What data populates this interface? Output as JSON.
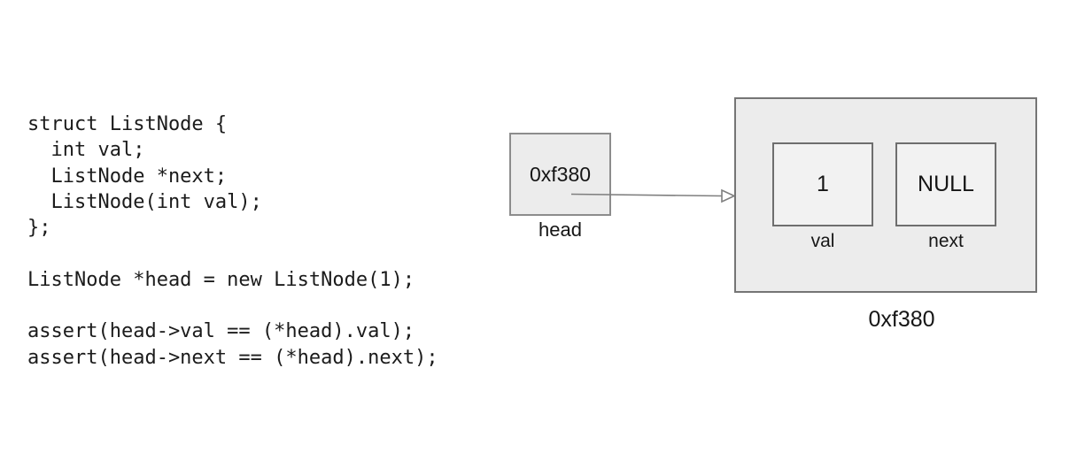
{
  "code": {
    "text": "struct ListNode {\n  int val;\n  ListNode *next;\n  ListNode(int val);\n};\n\nListNode *head = new ListNode(1);\n\nassert(head->val == (*head).val);\nassert(head->next == (*head).next);"
  },
  "diagram": {
    "pointer_box": {
      "value": "0xf380",
      "label": "head"
    },
    "node_box": {
      "address_label": "0xf380",
      "fields": [
        {
          "value": "1",
          "label": "val"
        },
        {
          "value": "NULL",
          "label": "next"
        }
      ]
    },
    "colors": {
      "background": "#ffffff",
      "box_fill": "#ececec",
      "inner_box_fill": "#f2f2f2",
      "box_border": "#757575",
      "pointer_box_border": "#8c8c8c",
      "arrow": "#7f7f7f",
      "text": "#1b1b1b"
    }
  }
}
